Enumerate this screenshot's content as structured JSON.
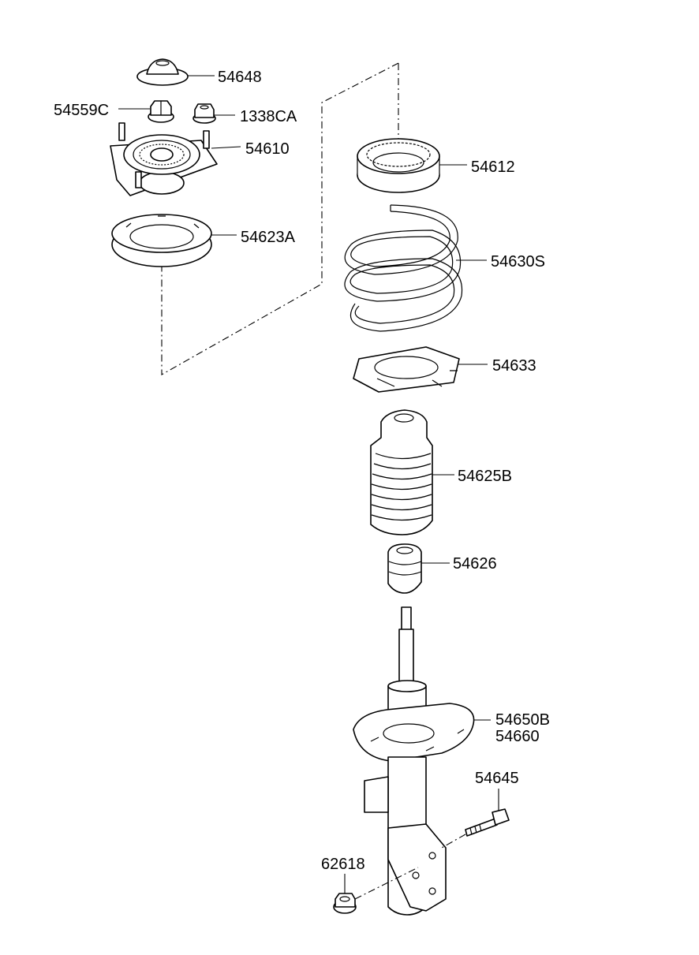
{
  "labels": {
    "p54648": "54648",
    "p54559C": "54559C",
    "p1338CA": "1338CA",
    "p54610": "54610",
    "p54623A": "54623A",
    "p54612": "54612",
    "p54630S": "54630S",
    "p54633": "54633",
    "p54625B": "54625B",
    "p54626": "54626",
    "p54650B": "54650B",
    "p54660": "54660",
    "p54645": "54645",
    "p62618": "62618"
  }
}
